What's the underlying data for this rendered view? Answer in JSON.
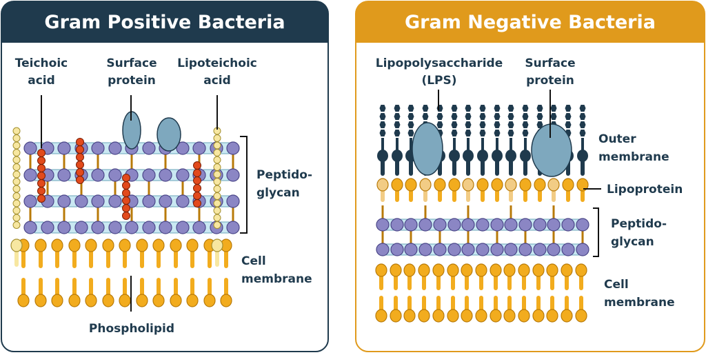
{
  "colors": {
    "positive_header": "#1f3a4d",
    "negative_header": "#e09a1c",
    "phospholipid": "#f2ac1e",
    "phospholipid_stroke": "#b87a08",
    "pg_circle": "#8b86c4",
    "pg_hex": "#c9e8f2",
    "teichoic": "#e24a1c",
    "lipoteichoic": "#f7e7a1",
    "surface_protein": "#7ea8be",
    "lps": "#1f3a4d",
    "lipoprotein": "#f2cc85",
    "label_text": "#1f3a4d"
  },
  "positive": {
    "title": "Gram Positive Bacteria",
    "labels": {
      "teichoic_1": "Teichoic",
      "teichoic_2": "acid",
      "surface_1": "Surface",
      "surface_2": "protein",
      "lipoteichoic_1": "Lipoteichoic",
      "lipoteichoic_2": "acid",
      "peptido_1": "Peptido-",
      "peptido_2": "glycan",
      "cell_1": "Cell",
      "cell_2": "membrane",
      "phospholipid": "Phospholipid"
    }
  },
  "negative": {
    "title": "Gram Negative Bacteria",
    "labels": {
      "lps_1": "Lipopolysaccharide",
      "lps_2": "(LPS)",
      "surface_1": "Surface",
      "surface_2": "protein",
      "outer_1": "Outer",
      "outer_2": "membrane",
      "lipoprotein": "Lipoprotein",
      "peptido_1": "Peptido-",
      "peptido_2": "glycan",
      "cell_1": "Cell",
      "cell_2": "membrane"
    }
  }
}
